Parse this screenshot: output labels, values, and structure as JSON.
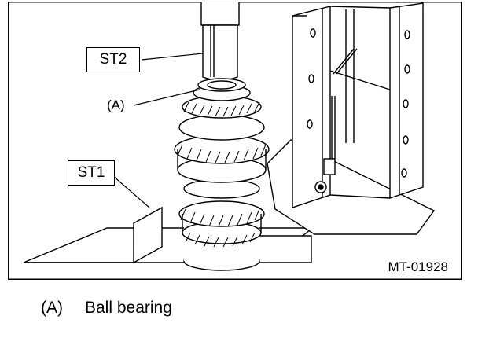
{
  "callouts": {
    "st2": "ST2",
    "a": "(A)",
    "st1": "ST1"
  },
  "figure_code": "MT-01928",
  "legend": {
    "marker": "(A)",
    "text": "Ball bearing"
  }
}
